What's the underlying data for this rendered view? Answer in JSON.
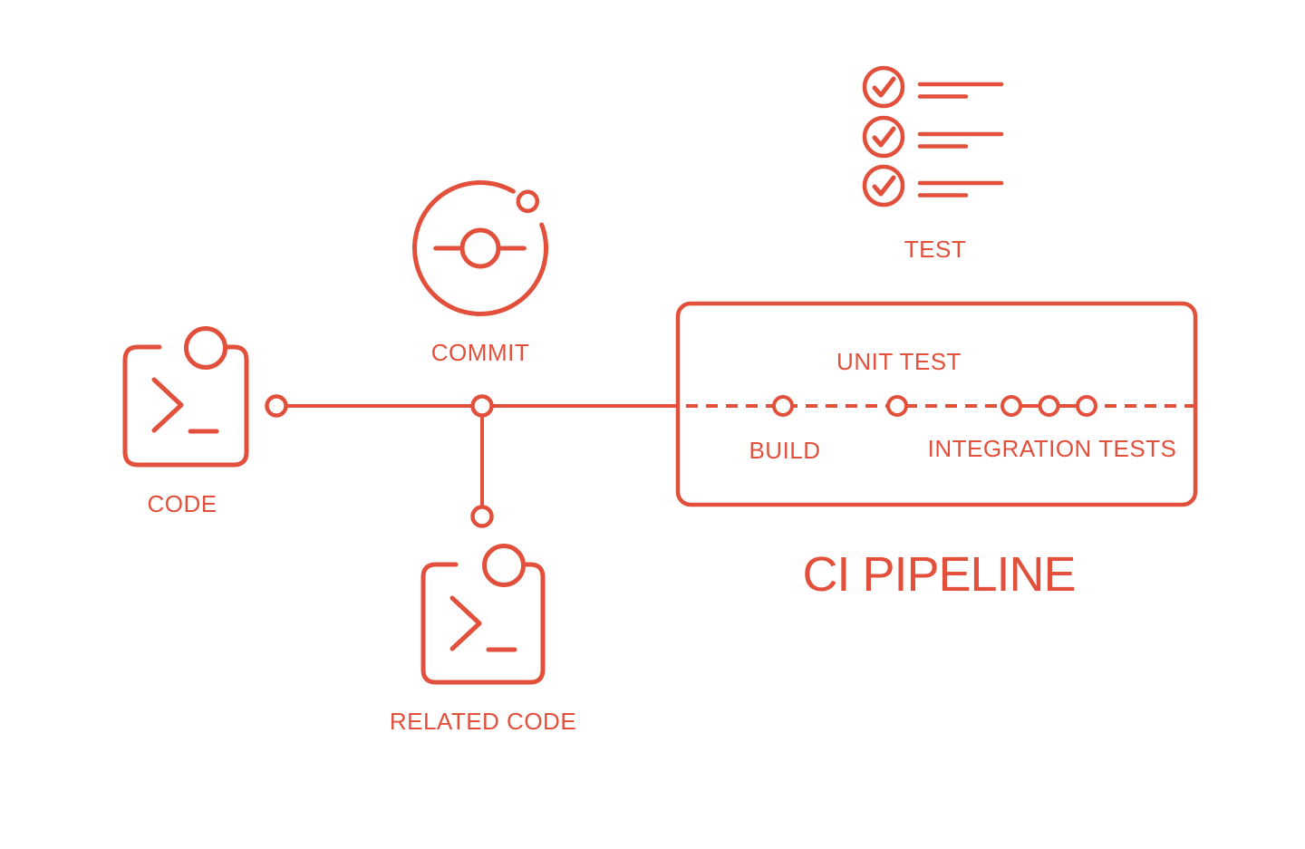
{
  "diagram": {
    "accent_color": "#E2503C",
    "background_color": "#FFFFFF",
    "title": "CI PIPELINE",
    "nodes": {
      "code": {
        "label": "CODE",
        "icon": "terminal-window-icon"
      },
      "commit": {
        "label": "COMMIT",
        "icon": "git-commit-icon"
      },
      "related_code": {
        "label": "RELATED CODE",
        "icon": "terminal-window-icon"
      },
      "test": {
        "label": "TEST",
        "icon": "checklist-icon",
        "items": [
          {
            "checked": true
          },
          {
            "checked": true
          },
          {
            "checked": true
          }
        ]
      }
    },
    "pipeline": {
      "title": "CI PIPELINE",
      "stages": [
        {
          "label": "BUILD",
          "markers": 1
        },
        {
          "label": "UNIT TEST",
          "markers": 1
        },
        {
          "label": "INTEGRATION TESTS",
          "markers": 3
        }
      ]
    }
  }
}
